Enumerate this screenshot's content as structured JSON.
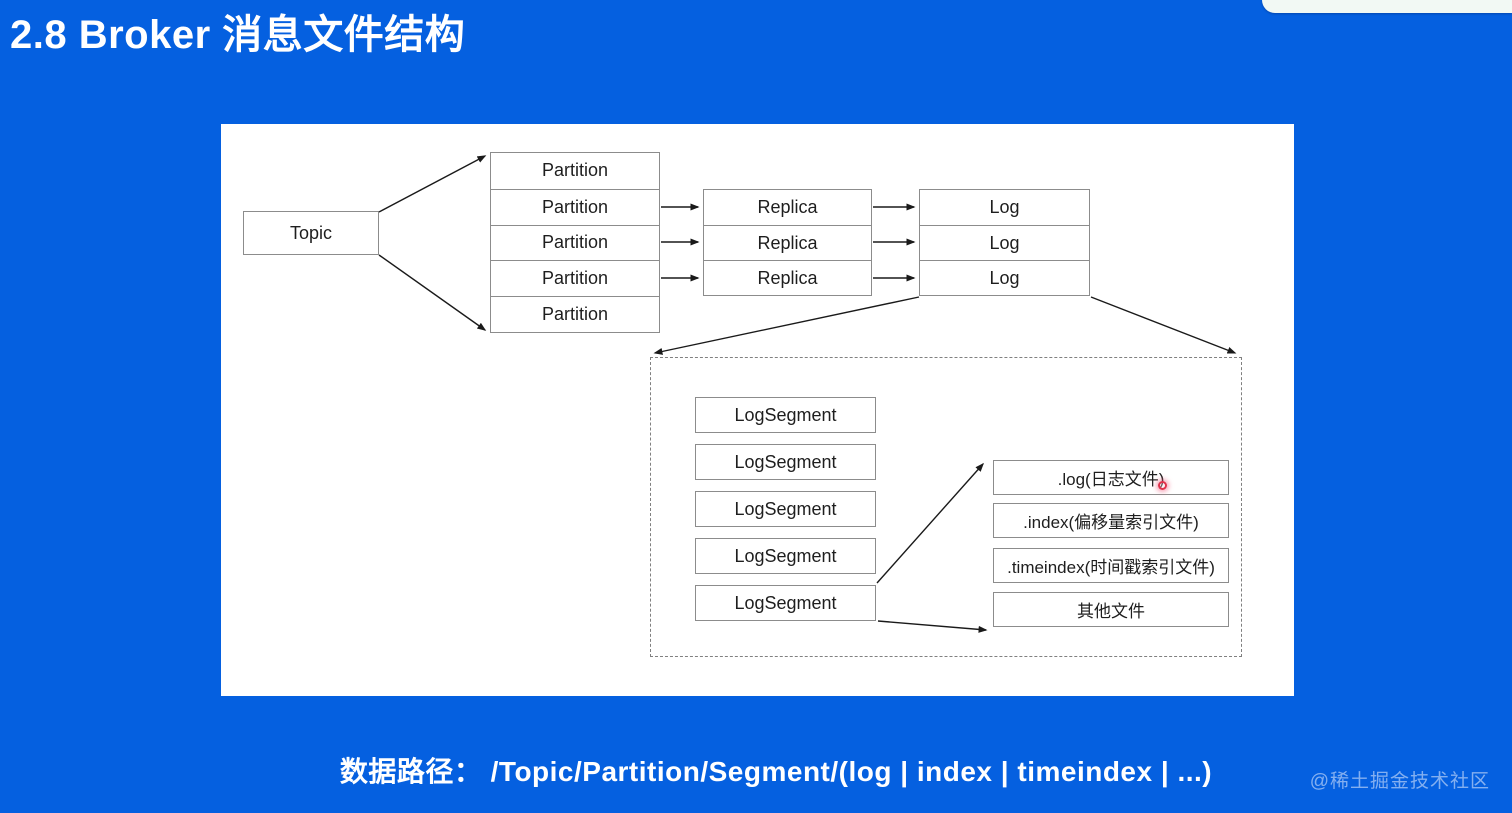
{
  "title": "2.8 Broker 消息文件结构",
  "diagram": {
    "topic_label": "Topic",
    "partition_labels": [
      "Partition",
      "Partition",
      "Partition",
      "Partition",
      "Partition"
    ],
    "replica_labels": [
      "Replica",
      "Replica",
      "Replica"
    ],
    "log_labels": [
      "Log",
      "Log",
      "Log"
    ],
    "segment_labels": [
      "LogSegment",
      "LogSegment",
      "LogSegment",
      "LogSegment",
      "LogSegment"
    ],
    "file_labels": [
      ".log(日志文件)",
      ".index(偏移量索引文件)",
      ".timeindex(时间戳索引文件)",
      "其他文件"
    ]
  },
  "footer": {
    "data_path": "数据路径： /Topic/Partition/Segment/(log | index | timeindex | ...)",
    "watermark": "@稀土掘金技术社区"
  },
  "colors": {
    "background": "#0560e0",
    "panel": "#ffffff",
    "cursor_red": "#e0314b"
  }
}
